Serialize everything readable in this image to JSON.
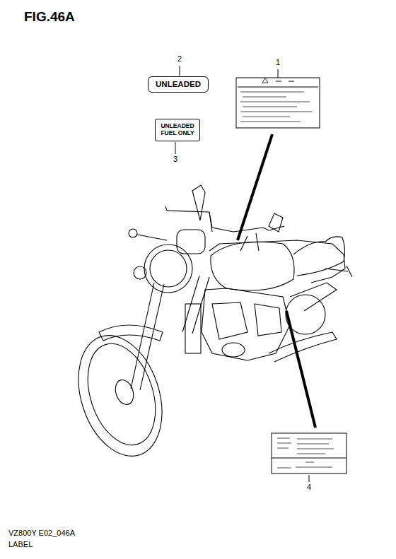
{
  "diagram": {
    "title": "FIG.46A",
    "nodes": [
      {
        "text": [
          "UNLEADED"
        ]
      },
      {
        "text": [
          "UNLEADED FUEL ONLY"
        ]
      }
    ],
    "labels": [
      "2",
      "1",
      "3",
      "4",
      "VZ800Y E02_046A",
      "LABEL"
    ]
  }
}
